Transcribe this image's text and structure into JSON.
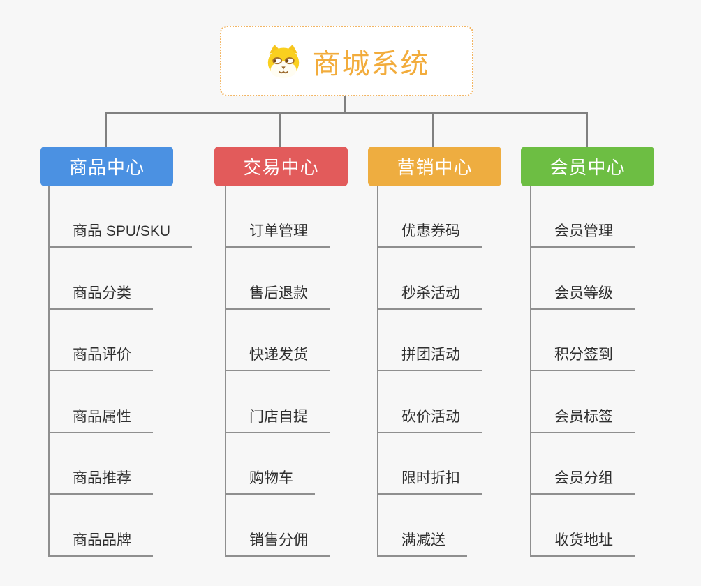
{
  "page": {
    "background_color": "#F7F7F7",
    "connector_color": "#808080"
  },
  "root": {
    "title": "商城系统",
    "icon": "dog-face-icon",
    "title_color": "#F2AC3C",
    "border_color": "#F2B563"
  },
  "branches": [
    {
      "label": "商品中心",
      "color": "#4B91E2",
      "items": [
        "商品 SPU/SKU",
        "商品分类",
        "商品评价",
        "商品属性",
        "商品推荐",
        "商品品牌"
      ]
    },
    {
      "label": "交易中心",
      "color": "#E25B5B",
      "items": [
        "订单管理",
        "售后退款",
        "快递发货",
        "门店自提",
        "购物车",
        "销售分佣"
      ]
    },
    {
      "label": "营销中心",
      "color": "#EEAD40",
      "items": [
        "优惠券码",
        "秒杀活动",
        "拼团活动",
        "砍价活动",
        "限时折扣",
        "满减送"
      ]
    },
    {
      "label": "会员中心",
      "color": "#6DBE43",
      "items": [
        "会员管理",
        "会员等级",
        "积分签到",
        "会员标签",
        "会员分组",
        "收货地址"
      ]
    }
  ]
}
